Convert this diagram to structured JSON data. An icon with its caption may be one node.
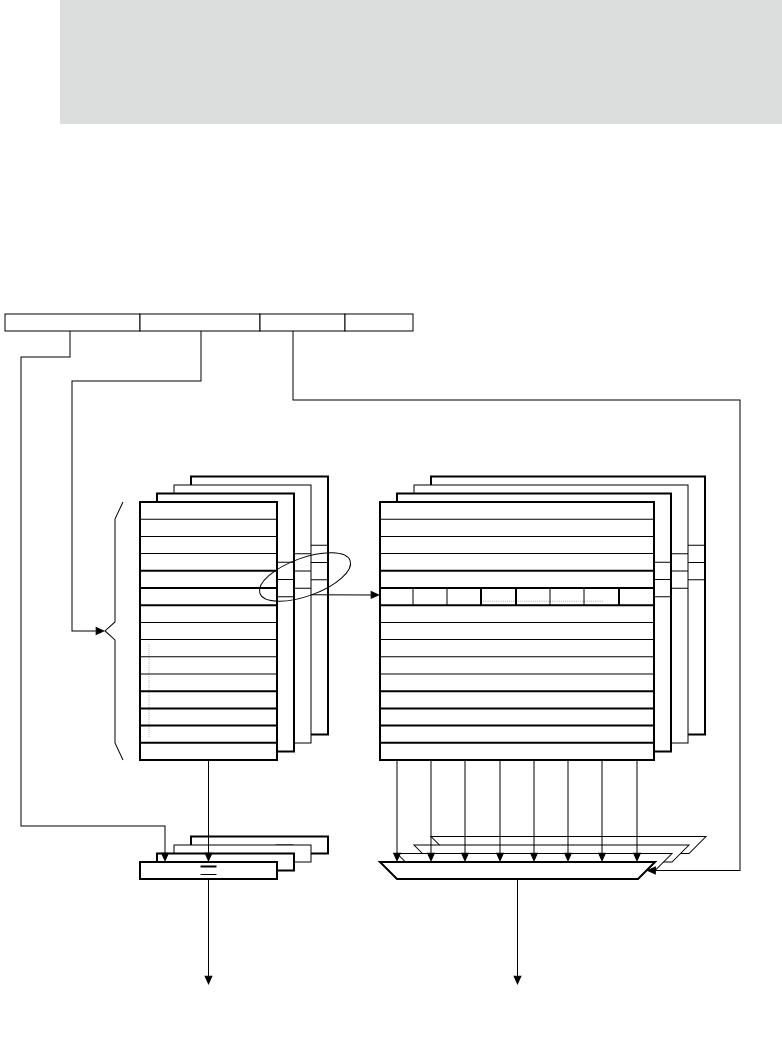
{
  "diagram": {
    "nodes": [
      {
        "text": [],
        "shape": "box"
      },
      {
        "text": [],
        "shape": "box"
      },
      {
        "text": [],
        "shape": "box"
      },
      {
        "text": [],
        "shape": "box"
      },
      {
        "text": [],
        "shape": "brace"
      },
      {
        "text": [],
        "shape": "box"
      },
      {
        "text": [],
        "shape": "ellipse"
      },
      {
        "text": [],
        "shape": "box"
      },
      {
        "text": [],
        "shape": "box"
      },
      {
        "text": [],
        "shape": "trapezoid"
      }
    ],
    "edges": [
      {
        "from": 0,
        "to": 8,
        "arrow": "to"
      },
      {
        "from": 1,
        "to": 4,
        "arrow": "to"
      },
      {
        "from": 2,
        "to": 9,
        "arrow": "to"
      },
      {
        "from": 6,
        "to": 7,
        "arrow": "to"
      },
      {
        "from": 5,
        "to": 8,
        "arrow": "to"
      },
      {
        "from": 7,
        "to": 9,
        "arrow": "to"
      },
      {
        "from": 7,
        "to": 9,
        "arrow": "to"
      },
      {
        "from": 7,
        "to": 9,
        "arrow": "to"
      },
      {
        "from": 7,
        "to": 9,
        "arrow": "to"
      },
      {
        "from": 7,
        "to": 9,
        "arrow": "to"
      },
      {
        "from": 7,
        "to": 9,
        "arrow": "to"
      },
      {
        "from": 7,
        "to": 9,
        "arrow": "to"
      },
      {
        "from": 7,
        "to": 9,
        "arrow": "to"
      },
      {
        "from": 8,
        "to": null,
        "arrow": "to"
      },
      {
        "from": 9,
        "to": null,
        "arrow": "to"
      }
    ]
  }
}
